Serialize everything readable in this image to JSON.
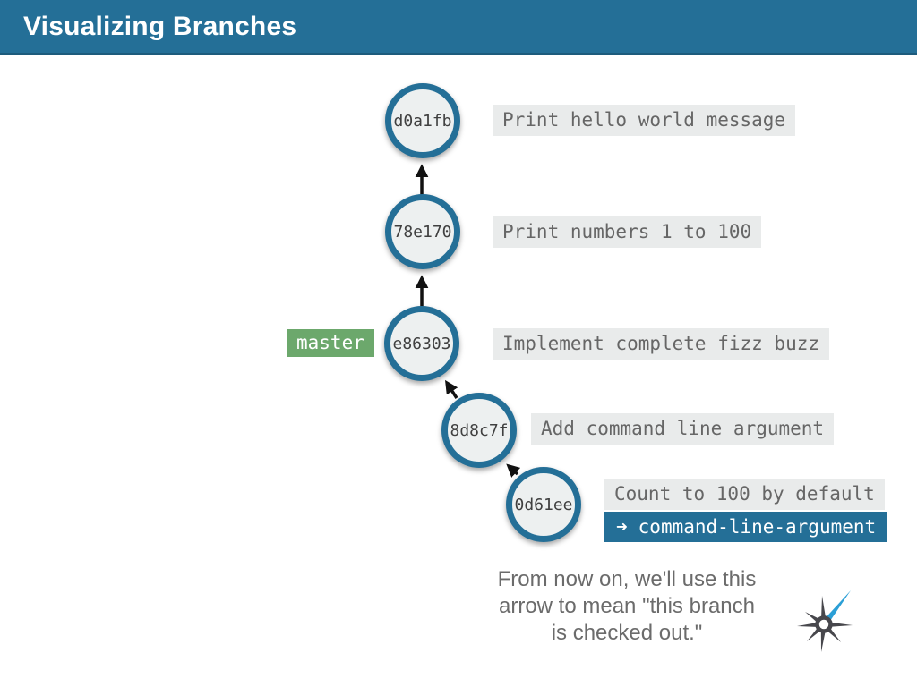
{
  "header": {
    "title": "Visualizing Branches"
  },
  "commits": [
    {
      "hash": "d0a1fb",
      "message": "Print hello world message"
    },
    {
      "hash": "78e170",
      "message": "Print numbers 1 to 100"
    },
    {
      "hash": "e86303",
      "message": "Implement complete fizz buzz"
    },
    {
      "hash": "8d8c7f",
      "message": "Add command line argument"
    },
    {
      "hash": "0d61ee",
      "message": "Count to 100 by default"
    }
  ],
  "branch_labels": {
    "master": "master",
    "checked_out_arrow_icon": "➜",
    "checked_out_branch": "command-line-argument"
  },
  "caption": {
    "lines": [
      "From now on, we'll use this",
      "arrow to mean \"this branch",
      "is checked out.\""
    ]
  },
  "colors": {
    "accent_teal": "#246f97",
    "header_border": "#1d5b7c",
    "node_fill": "#edf0f0",
    "label_bg": "#e9ebeb",
    "label_text": "#666666",
    "hash_text": "#404040",
    "master_green": "#6ca86c",
    "caption_text": "#6b6b6b",
    "arrow_black": "#111111",
    "logo_gray": "#47474c",
    "logo_blue": "#2b9fd6"
  }
}
